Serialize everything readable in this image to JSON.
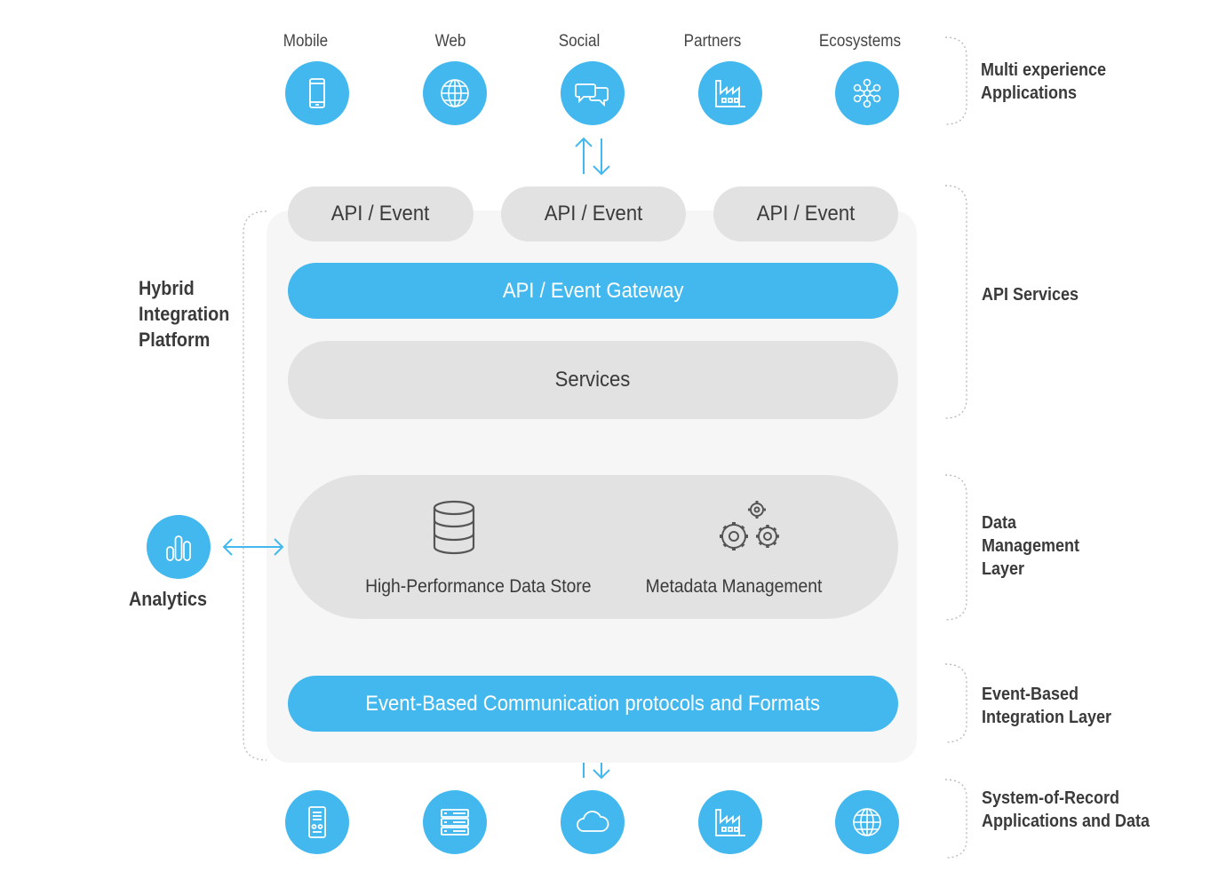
{
  "top_apps": [
    {
      "label": "Mobile",
      "icon": "mobile-phone-icon"
    },
    {
      "label": "Web",
      "icon": "globe-icon"
    },
    {
      "label": "Social",
      "icon": "chat-bubbles-icon"
    },
    {
      "label": "Partners",
      "icon": "factory-icon"
    },
    {
      "label": "Ecosystems",
      "icon": "network-icon"
    }
  ],
  "bottom_systems": [
    {
      "icon": "server-tower-icon"
    },
    {
      "icon": "server-rack-icon"
    },
    {
      "icon": "cloud-icon"
    },
    {
      "icon": "factory-icon"
    },
    {
      "icon": "globe-icon"
    }
  ],
  "api_event_pills": [
    "API / Event",
    "API / Event",
    "API / Event"
  ],
  "gateway": "API / Event Gateway",
  "services": "Services",
  "data_store": "High-Performance Data Store",
  "metadata": "Metadata Management",
  "event_protocols": "Event-Based Communication protocols and Formats",
  "left": {
    "platform": [
      "Hybrid",
      "Integration",
      "Platform"
    ],
    "analytics": "Analytics",
    "analytics_icon": "analytics-cylinders-icon"
  },
  "right_layers": {
    "multi_experience": [
      "Multi experience",
      "Applications"
    ],
    "api_services": [
      "API Services"
    ],
    "data_management": [
      "Data",
      "Management",
      "Layer"
    ],
    "event_based": [
      "Event-Based",
      "Integration Layer"
    ],
    "system_of_record": [
      "System-of-Record",
      "Applications and Data"
    ]
  },
  "colors": {
    "accent": "#43b8ee",
    "pill_grey": "#e2e2e2",
    "platform_bg": "#f6f6f6",
    "text": "#3a3a3a"
  }
}
